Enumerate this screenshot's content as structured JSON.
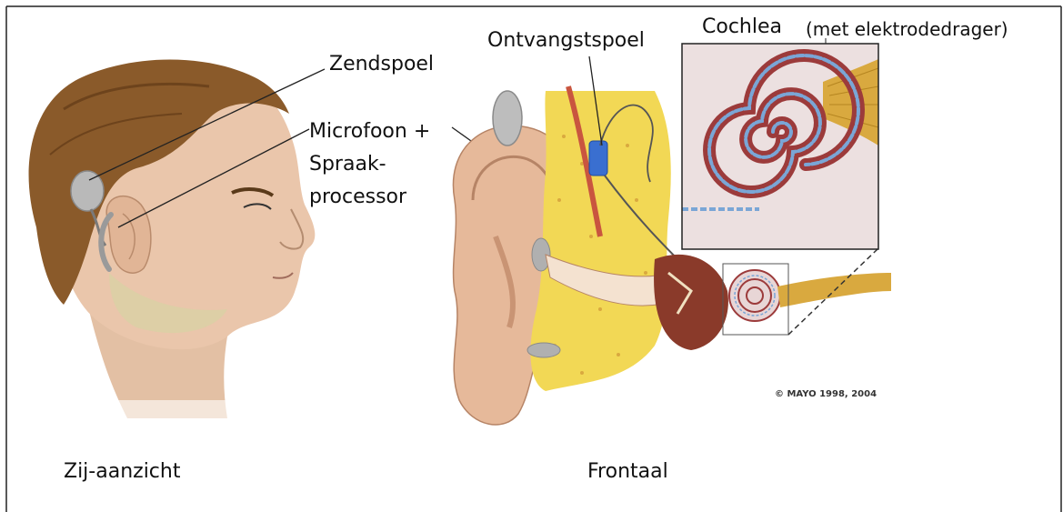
{
  "labels": {
    "zendspoel": "Zendspoel",
    "microfoon": "Microfoon +",
    "spraak": "Spraak-",
    "processor": "processor",
    "ontvangstspoel": "Ontvangstspoel",
    "cochlea": "Cochlea",
    "elektrode": "(met elektrodedrager)",
    "zijaanzicht": "Zij-aanzicht",
    "frontaal": "Frontaal",
    "copyright": "© MAYO 1998, 2004"
  },
  "colors": {
    "hair": "#8a5a2a",
    "skin": "#e8c4a8",
    "skin_shadow": "#c7a58b",
    "bone": "#f2d855",
    "cochlea_red": "#9c3b3b",
    "electrode": "#7aa6d6",
    "device": "#3a6fd0",
    "nerve": "#d9a93f"
  }
}
